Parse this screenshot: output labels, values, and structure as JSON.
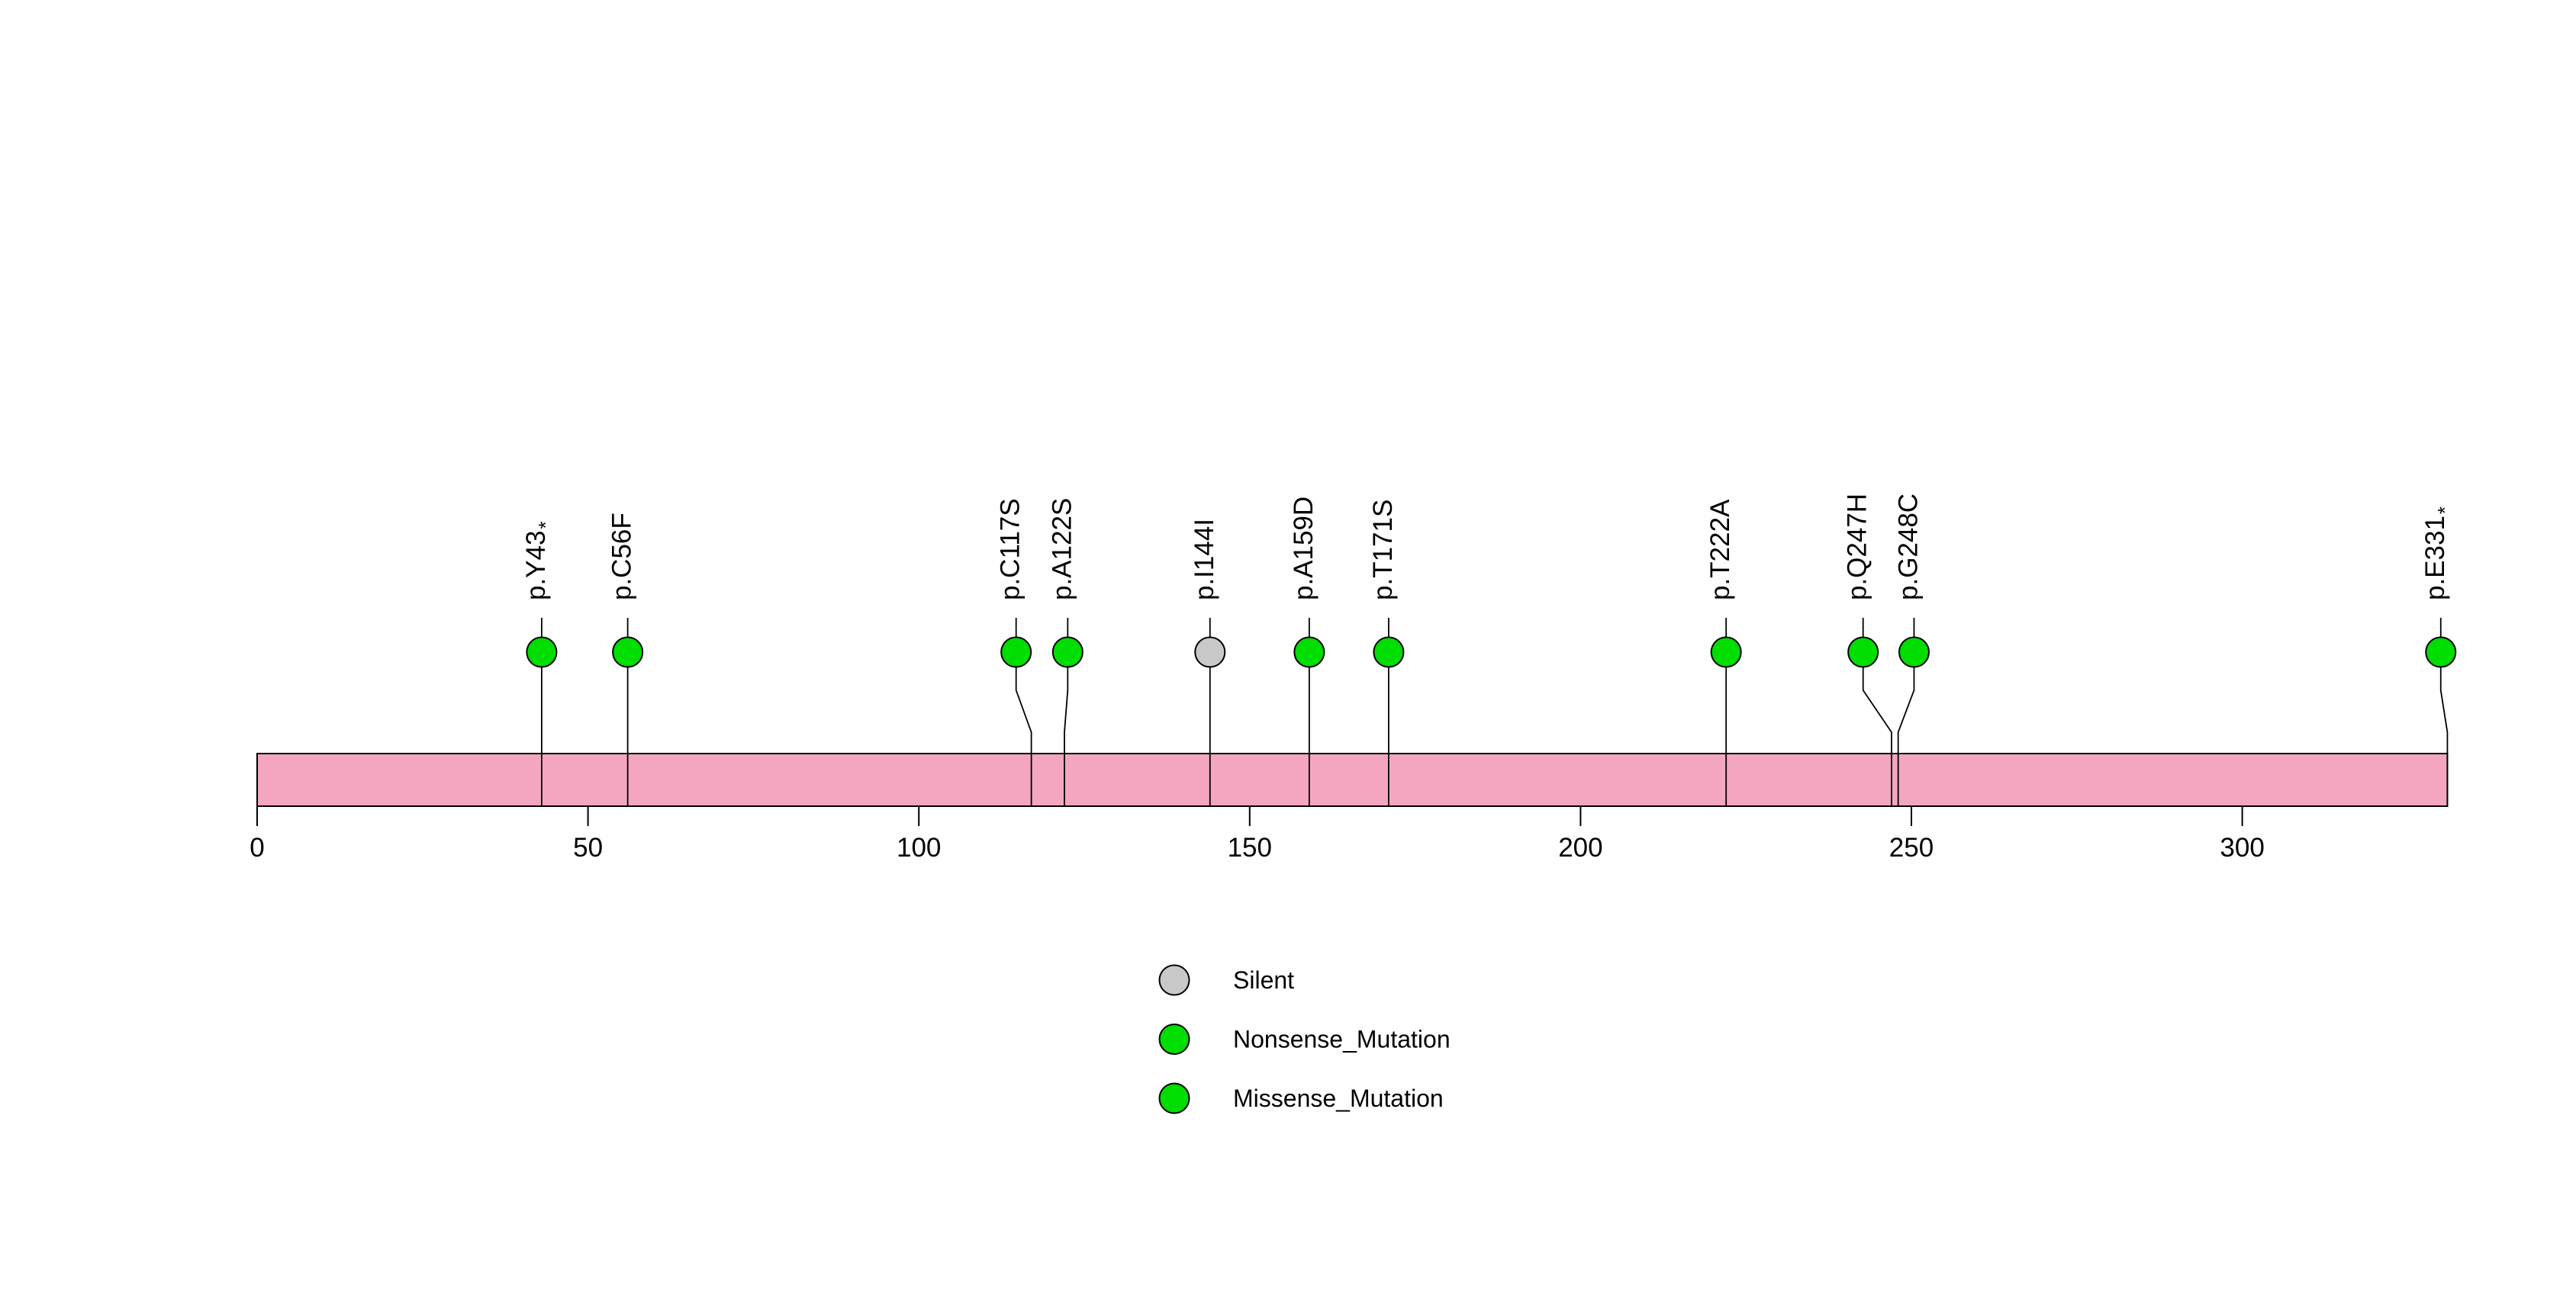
{
  "figure": {
    "background": "#ffffff"
  },
  "chart_data": {
    "type": "lollipop",
    "title": "",
    "protein": {
      "start": 0,
      "end": 331,
      "bar_color": "#F4A6C1",
      "bar_border_color": "#000000"
    },
    "axis": {
      "ticks": [
        0,
        50,
        100,
        150,
        200,
        250,
        300
      ],
      "tick_color": "#000000",
      "grid": false
    },
    "classes": {
      "Silent": "#C8C8C8",
      "Nonsense_Mutation": "#00DD00",
      "Missense_Mutation": "#00DD00"
    },
    "mutations": [
      {
        "label": "p.Y43",
        "suffix": "*",
        "pos": 43,
        "class": "Nonsense_Mutation",
        "offset": 0
      },
      {
        "label": "p.C56F",
        "suffix": "",
        "pos": 56,
        "class": "Missense_Mutation",
        "offset": 0
      },
      {
        "label": "p.C117S",
        "suffix": "",
        "pos": 117,
        "class": "Missense_Mutation",
        "offset": -2.3
      },
      {
        "label": "p.A122S",
        "suffix": "",
        "pos": 122,
        "class": "Missense_Mutation",
        "offset": 0.5
      },
      {
        "label": "p.I144I",
        "suffix": "",
        "pos": 144,
        "class": "Silent",
        "offset": 0
      },
      {
        "label": "p.A159D",
        "suffix": "",
        "pos": 159,
        "class": "Missense_Mutation",
        "offset": 0
      },
      {
        "label": "p.T171S",
        "suffix": "",
        "pos": 171,
        "class": "Missense_Mutation",
        "offset": 0
      },
      {
        "label": "p.T222A",
        "suffix": "",
        "pos": 222,
        "class": "Missense_Mutation",
        "offset": 0
      },
      {
        "label": "p.Q247H",
        "suffix": "",
        "pos": 247,
        "class": "Missense_Mutation",
        "offset": -4.3
      },
      {
        "label": "p.G248C",
        "suffix": "",
        "pos": 248,
        "class": "Missense_Mutation",
        "offset": 2.4
      },
      {
        "label": "p.E331",
        "suffix": "*",
        "pos": 331,
        "class": "Nonsense_Mutation",
        "offset": -1.0
      }
    ],
    "legend": [
      {
        "label": "Silent",
        "color": "#C8C8C8"
      },
      {
        "label": "Nonsense_Mutation",
        "color": "#00DD00"
      },
      {
        "label": "Missense_Mutation",
        "color": "#00DD00"
      }
    ],
    "legend_position": "bottom-center"
  }
}
